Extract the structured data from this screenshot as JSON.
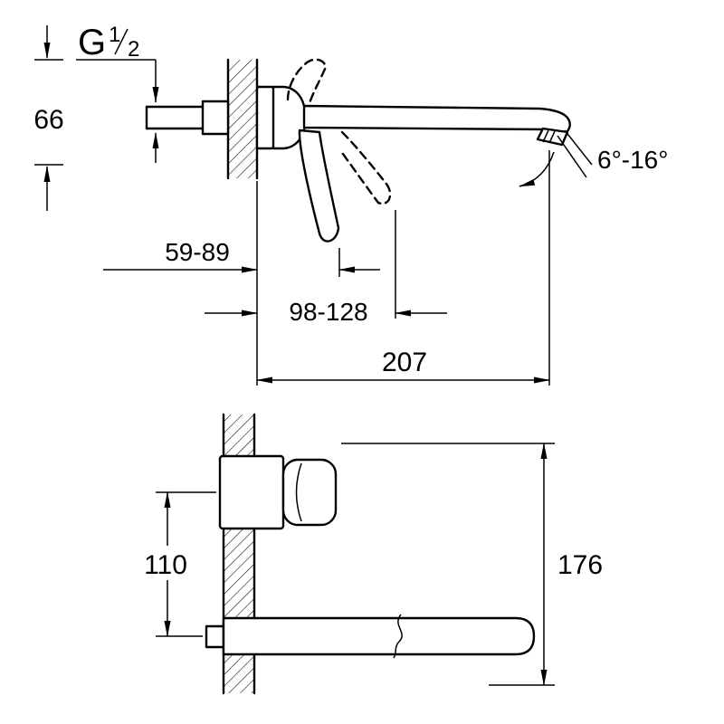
{
  "page": {
    "kind": "technical-dimension-drawing",
    "colors": {
      "line": "#000000",
      "background": "#ffffff"
    }
  },
  "side_view": {
    "thread": {
      "label": "G 1/2",
      "prefix": "G",
      "numerator": "1",
      "denominator": "2"
    },
    "dims": {
      "spout_height": "66",
      "handle_depth_range": "59-89",
      "handle_depth_open_range": "98-128",
      "spout_reach": "207",
      "aerator_angle_range": "6°-16°"
    }
  },
  "front_view": {
    "dims": {
      "handle_to_spout_distance": "110",
      "overall_height": "176"
    }
  }
}
